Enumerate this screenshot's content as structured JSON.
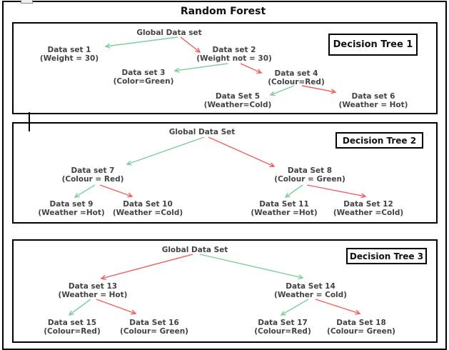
{
  "title": "Random Forest",
  "colors": {
    "green_arrow": "#7ccf9c",
    "red_arrow": "#ef5e5e",
    "node_text": "#434343",
    "border": "#000000"
  },
  "trees": [
    {
      "label": "Decision Tree 1",
      "root": "Global Data set",
      "nodes": [
        {
          "name": "Data set 1",
          "condition": "(Weight = 30)"
        },
        {
          "name": "Data set 2",
          "condition": "(Weight not = 30)"
        },
        {
          "name": "Data set 3",
          "condition": "(Color=Green)"
        },
        {
          "name": "Data set 4",
          "condition": "(Colour=Red)"
        },
        {
          "name": "Data Set 5",
          "condition": "(Weather=Cold)"
        },
        {
          "name": "Data set 6",
          "condition": "(Weather = Hot)"
        }
      ],
      "edges": [
        {
          "from": "Global Data set",
          "to": "Data set 1",
          "color": "green"
        },
        {
          "from": "Global Data set",
          "to": "Data set 2",
          "color": "red"
        },
        {
          "from": "Data set 2",
          "to": "Data set 3",
          "color": "green"
        },
        {
          "from": "Data set 2",
          "to": "Data set 4",
          "color": "red"
        },
        {
          "from": "Data set 4",
          "to": "Data Set 5",
          "color": "green"
        },
        {
          "from": "Data set 4",
          "to": "Data set 6",
          "color": "red"
        }
      ]
    },
    {
      "label": "Decision Tree 2",
      "root": "Global Data Set",
      "nodes": [
        {
          "name": "Data set 7",
          "condition": "(Colour = Red)"
        },
        {
          "name": "Data Set 8",
          "condition": "(Colour = Green)"
        },
        {
          "name": "Data set 9",
          "condition": "(Weather =Hot)"
        },
        {
          "name": "Data Set 10",
          "condition": "(Weather =Cold)"
        },
        {
          "name": "Data Set 11",
          "condition": "(Weather =Hot)"
        },
        {
          "name": "Data Set 12",
          "condition": "(Weather =Cold)"
        }
      ],
      "edges": [
        {
          "from": "Global Data Set",
          "to": "Data set 7",
          "color": "green"
        },
        {
          "from": "Global Data Set",
          "to": "Data Set 8",
          "color": "red"
        },
        {
          "from": "Data set 7",
          "to": "Data set 9",
          "color": "green"
        },
        {
          "from": "Data set 7",
          "to": "Data Set 10",
          "color": "red"
        },
        {
          "from": "Data Set 8",
          "to": "Data Set 11",
          "color": "green"
        },
        {
          "from": "Data Set 8",
          "to": "Data Set 12",
          "color": "red"
        }
      ]
    },
    {
      "label": "Decision Tree 3",
      "root": "Global Data Set",
      "nodes": [
        {
          "name": "Data set 13",
          "condition": "(Weather = Hot)"
        },
        {
          "name": "Data Set 14",
          "condition": "(Weather = Cold)"
        },
        {
          "name": "Data set 15",
          "condition": "(Colour=Red)"
        },
        {
          "name": "Data Set 16",
          "condition": "(Colour= Green)"
        },
        {
          "name": "Data Set 17",
          "condition": "(Colour=Red)"
        },
        {
          "name": "Data Set 18",
          "condition": "(Colour= Green)"
        }
      ],
      "edges": [
        {
          "from": "Global Data Set",
          "to": "Data set 13",
          "color": "red"
        },
        {
          "from": "Global Data Set",
          "to": "Data Set 14",
          "color": "green"
        },
        {
          "from": "Data set 13",
          "to": "Data set 15",
          "color": "green"
        },
        {
          "from": "Data set 13",
          "to": "Data Set 16",
          "color": "red"
        },
        {
          "from": "Data Set 14",
          "to": "Data Set 17",
          "color": "green"
        },
        {
          "from": "Data Set 14",
          "to": "Data Set 18",
          "color": "red"
        }
      ]
    }
  ]
}
